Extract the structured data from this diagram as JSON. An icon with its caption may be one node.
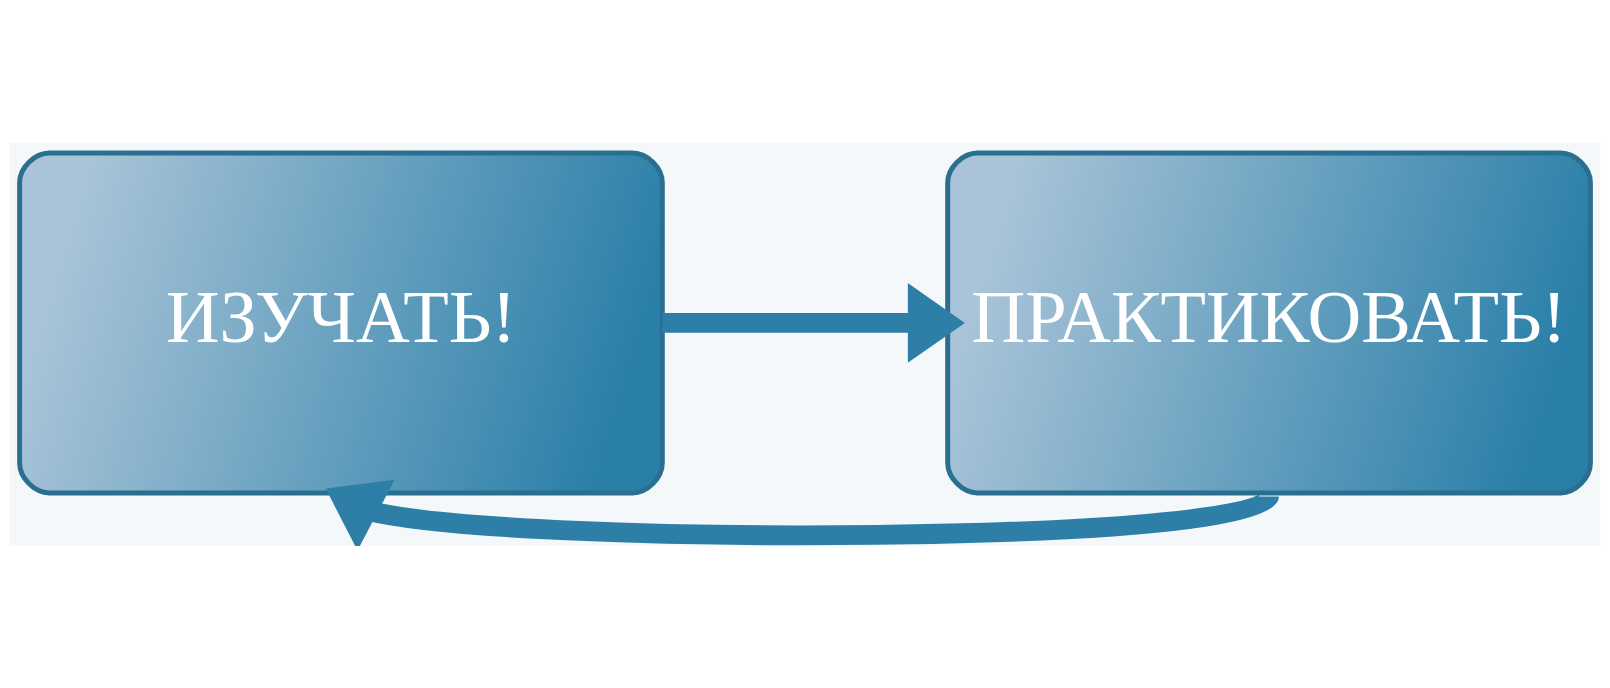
{
  "diagram": {
    "nodes": [
      {
        "text": [
          "ИЗУЧАТЬ!"
        ]
      },
      {
        "text": [
          "ПРАКТИКОВАТЬ!"
        ]
      }
    ],
    "edges": [
      {
        "from": 0,
        "to": 1,
        "arrow": "to"
      },
      {
        "from": 1,
        "to": 0,
        "arrow": "to"
      }
    ]
  }
}
